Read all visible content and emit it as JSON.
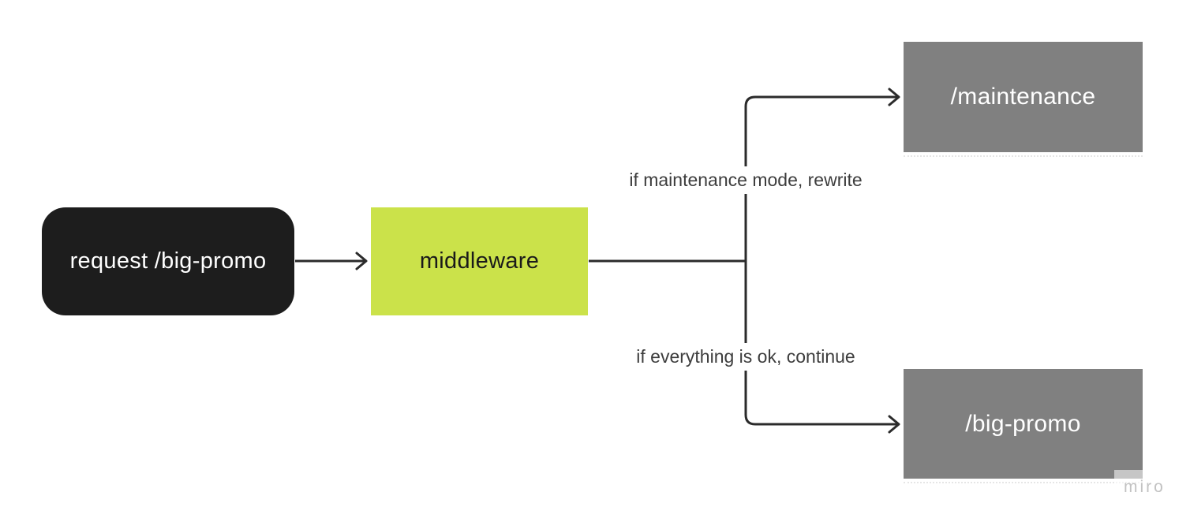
{
  "diagram": {
    "nodes": {
      "request": {
        "label": "request /big-promo",
        "bg": "#1d1d1d",
        "text_color": "#ffffff"
      },
      "middleware": {
        "label": "middleware",
        "bg": "#cbe24a",
        "text_color": "#1a1a1a"
      },
      "maintenance": {
        "label": "/maintenance",
        "bg": "#808080",
        "text_color": "#ffffff"
      },
      "big_promo": {
        "label": "/big-promo",
        "bg": "#808080",
        "text_color": "#ffffff"
      }
    },
    "edge_labels": {
      "maintenance_branch": "if maintenance mode, rewrite",
      "continue_branch": "if everything is ok, continue"
    },
    "connector_color": "#2b2b2b"
  },
  "watermark": "miro"
}
